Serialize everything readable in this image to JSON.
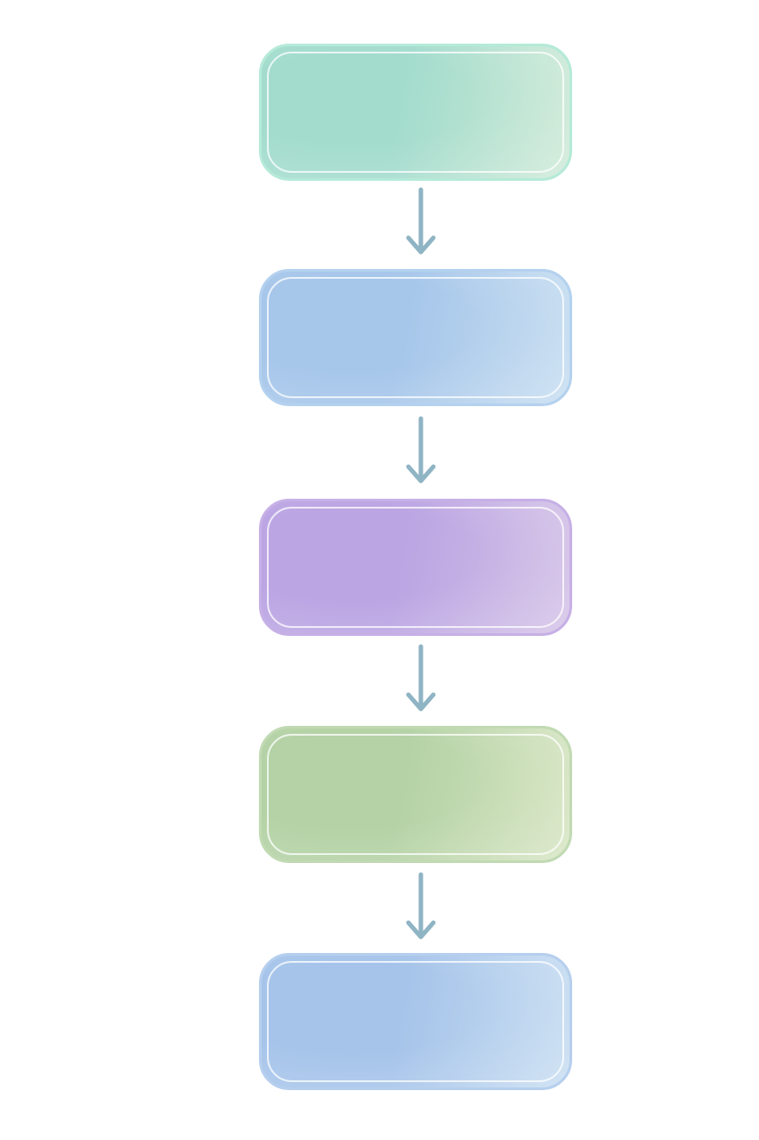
{
  "diagram": {
    "nodes": [
      {
        "id": "step-1",
        "label": "",
        "fill": "#a3dccd",
        "fill_end": "#cde9d6",
        "border": "#b5ead8"
      },
      {
        "id": "step-2",
        "label": "",
        "fill": "#a6c6ea",
        "fill_end": "#c4dcf0",
        "border": "#b4d1ef"
      },
      {
        "id": "step-3",
        "label": "",
        "fill": "#bba5e3",
        "fill_end": "#d3c0e6",
        "border": "#c6b0e6"
      },
      {
        "id": "step-4",
        "label": "",
        "fill": "#b4d2a5",
        "fill_end": "#d5e4c0",
        "border": "#c1dab3"
      },
      {
        "id": "step-5",
        "label": "",
        "fill": "#a6c4ea",
        "fill_end": "#c6dcf1",
        "border": "#b6cfee"
      }
    ],
    "edges": [
      {
        "from": "step-1",
        "to": "step-2"
      },
      {
        "from": "step-2",
        "to": "step-3"
      },
      {
        "from": "step-3",
        "to": "step-4"
      },
      {
        "from": "step-4",
        "to": "step-5"
      }
    ],
    "arrow_color": "#8fb4c4"
  }
}
